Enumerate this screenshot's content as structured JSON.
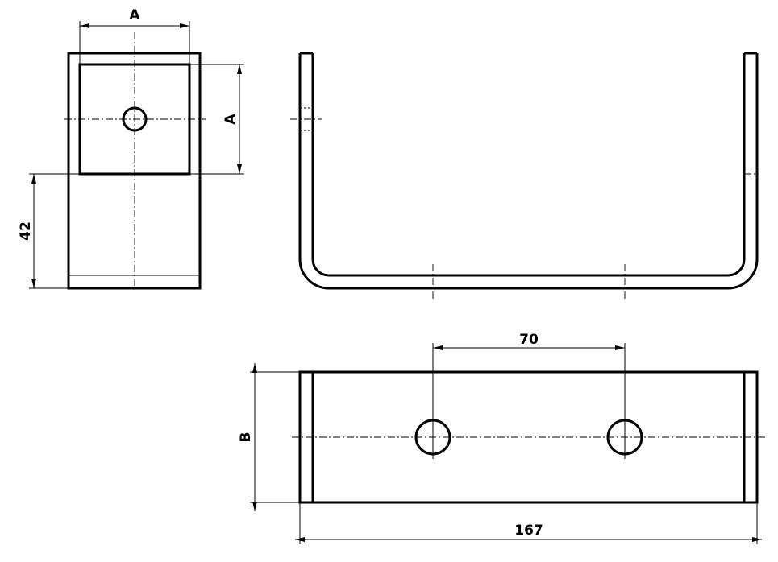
{
  "colors": {
    "line": "#000000",
    "background": "#ffffff"
  },
  "views": {
    "end_view": {
      "width_label": "A",
      "window_height_label": "A",
      "bottom_height_label": "42"
    },
    "front_view": {},
    "top_view": {
      "hole_spacing_label": "70",
      "width_label": "B",
      "overall_length_label": "167"
    }
  }
}
